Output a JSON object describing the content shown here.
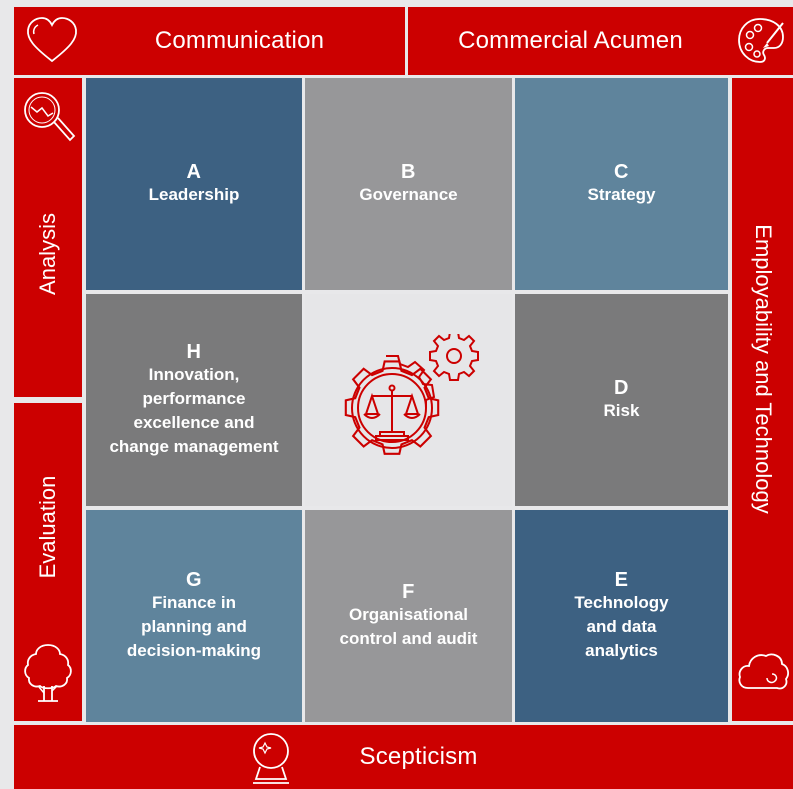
{
  "colors": {
    "accent_red": "#cc0000",
    "dark_blue": "#3d6182",
    "mid_blue": "#5f849c",
    "light_grey": "#979799",
    "dark_grey": "#7a7a7b",
    "center_bg": "#e6e6e8"
  },
  "bars": {
    "top_left": {
      "label": "Communication",
      "icon": "heart-icon"
    },
    "top_right": {
      "label": "Commercial Acumen",
      "icon": "palette-icon"
    },
    "left_top": {
      "label": "Analysis",
      "icon": "magnifier-chart-icon"
    },
    "left_bottom": {
      "label": "Evaluation",
      "icon": "tree-icon"
    },
    "right": {
      "label": "Employability and Technology",
      "icon": "cloud-icon"
    },
    "bottom": {
      "label": "Scepticism",
      "icon": "crystal-ball-icon"
    }
  },
  "cells": [
    {
      "id": "A",
      "letter": "A",
      "name": "Leadership"
    },
    {
      "id": "B",
      "letter": "B",
      "name": "Governance"
    },
    {
      "id": "C",
      "letter": "C",
      "name": "Strategy"
    },
    {
      "id": "H",
      "letter": "H",
      "name": "Innovation,\nperformance\nexcellence and\nchange management"
    },
    {
      "id": "D",
      "letter": "D",
      "name": "Risk"
    },
    {
      "id": "G",
      "letter": "G",
      "name": "Finance in\nplanning and\ndecision-making"
    },
    {
      "id": "F",
      "letter": "F",
      "name": "Organisational\ncontrol and audit"
    },
    {
      "id": "E",
      "letter": "E",
      "name": "Technology\nand data\nanalytics"
    }
  ],
  "center": {
    "icon": "gear-scales-icon"
  }
}
